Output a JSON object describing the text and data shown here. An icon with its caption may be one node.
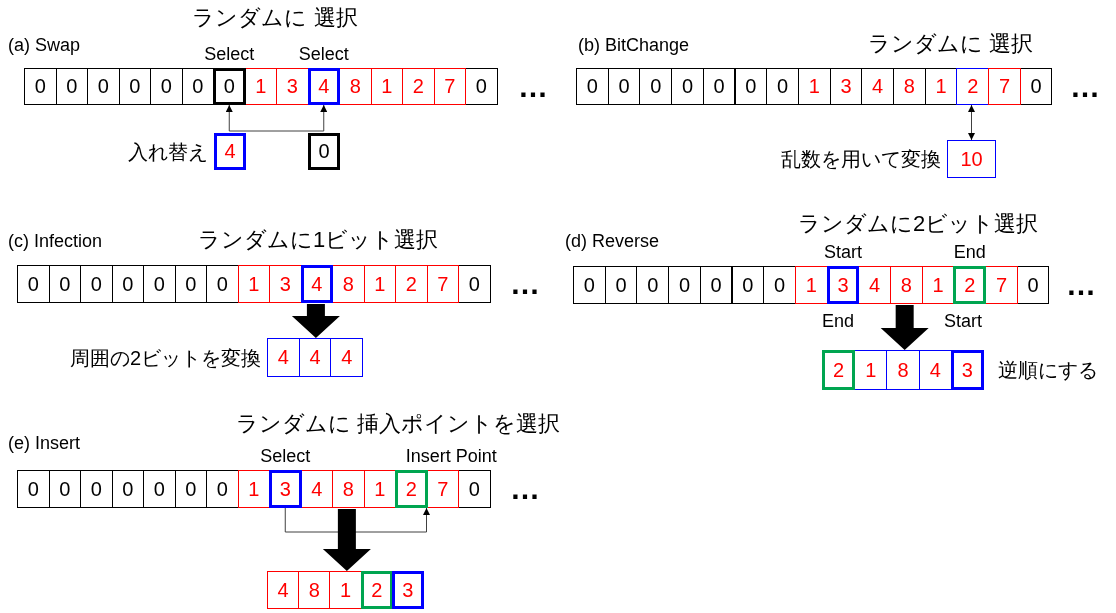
{
  "diagram": {
    "nodes": [
      {
        "text": [
          "0"
        ]
      },
      {
        "text": [
          "0"
        ]
      },
      {
        "text": [
          "0"
        ]
      },
      {
        "text": [
          "0"
        ]
      },
      {
        "text": [
          "0"
        ]
      },
      {
        "text": [
          "0"
        ]
      },
      {
        "text": [
          "0"
        ],
        "beside": [
          "Select"
        ]
      },
      {
        "text": [
          "1"
        ]
      },
      {
        "text": [
          "3"
        ]
      },
      {
        "text": [
          "4"
        ],
        "beside": [
          "Select"
        ]
      },
      {
        "text": [
          "8"
        ]
      },
      {
        "text": [
          "1"
        ]
      },
      {
        "text": [
          "2"
        ]
      },
      {
        "text": [
          "7"
        ]
      },
      {
        "text": [
          "0"
        ]
      },
      {
        "text": [
          "4"
        ],
        "beside": [
          "入れ替え"
        ]
      },
      {
        "text": [
          "0"
        ]
      },
      {
        "text": [
          "0"
        ]
      },
      {
        "text": [
          "0"
        ]
      },
      {
        "text": [
          "0"
        ]
      },
      {
        "text": [
          "0"
        ]
      },
      {
        "text": [
          "0"
        ]
      },
      {
        "text": [
          "0"
        ]
      },
      {
        "text": [
          "0"
        ]
      },
      {
        "text": [
          "1"
        ]
      },
      {
        "text": [
          "3"
        ]
      },
      {
        "text": [
          "4"
        ]
      },
      {
        "text": [
          "8"
        ]
      },
      {
        "text": [
          "1"
        ]
      },
      {
        "text": [
          "2"
        ]
      },
      {
        "text": [
          "7"
        ]
      },
      {
        "text": [
          "0"
        ]
      },
      {
        "text": [
          "10"
        ],
        "beside": [
          "乱数を用いて変換"
        ]
      },
      {
        "text": [
          "0"
        ]
      },
      {
        "text": [
          "0"
        ]
      },
      {
        "text": [
          "0"
        ]
      },
      {
        "text": [
          "0"
        ]
      },
      {
        "text": [
          "0"
        ]
      },
      {
        "text": [
          "0"
        ]
      },
      {
        "text": [
          "0"
        ]
      },
      {
        "text": [
          "1"
        ]
      },
      {
        "text": [
          "3"
        ]
      },
      {
        "text": [
          "4"
        ]
      },
      {
        "text": [
          "8"
        ]
      },
      {
        "text": [
          "1"
        ]
      },
      {
        "text": [
          "2"
        ]
      },
      {
        "text": [
          "7"
        ]
      },
      {
        "text": [
          "0"
        ]
      },
      {
        "text": [
          "4"
        ],
        "beside": [
          "周囲の2ビットを変換"
        ]
      },
      {
        "text": [
          "4"
        ]
      },
      {
        "text": [
          "4"
        ]
      },
      {
        "text": [
          "0"
        ]
      },
      {
        "text": [
          "0"
        ]
      },
      {
        "text": [
          "0"
        ]
      },
      {
        "text": [
          "0"
        ]
      },
      {
        "text": [
          "0"
        ]
      },
      {
        "text": [
          "0"
        ]
      },
      {
        "text": [
          "0"
        ]
      },
      {
        "text": [
          "1"
        ]
      },
      {
        "text": [
          "3"
        ],
        "beside": [
          "Start"
        ]
      },
      {
        "text": [
          "4"
        ]
      },
      {
        "text": [
          "8"
        ]
      },
      {
        "text": [
          "1"
        ]
      },
      {
        "text": [
          "2"
        ],
        "beside": [
          "End"
        ]
      },
      {
        "text": [
          "7"
        ]
      },
      {
        "text": [
          "0"
        ]
      },
      {
        "text": [
          "2"
        ]
      },
      {
        "text": [
          "1"
        ]
      },
      {
        "text": [
          "8"
        ]
      },
      {
        "text": [
          "4"
        ]
      },
      {
        "text": [
          "3"
        ],
        "beside": [
          "逆順にする"
        ]
      },
      {
        "text": [
          "0"
        ]
      },
      {
        "text": [
          "0"
        ]
      },
      {
        "text": [
          "0"
        ]
      },
      {
        "text": [
          "0"
        ]
      },
      {
        "text": [
          "0"
        ]
      },
      {
        "text": [
          "0"
        ]
      },
      {
        "text": [
          "0"
        ]
      },
      {
        "text": [
          "1"
        ]
      },
      {
        "text": [
          "3"
        ],
        "beside": [
          "Select"
        ]
      },
      {
        "text": [
          "4"
        ]
      },
      {
        "text": [
          "8"
        ]
      },
      {
        "text": [
          "1"
        ]
      },
      {
        "text": [
          "2"
        ],
        "beside": [
          "Insert Point"
        ]
      },
      {
        "text": [
          "7"
        ]
      },
      {
        "text": [
          "0"
        ]
      },
      {
        "text": [
          "4"
        ]
      },
      {
        "text": [
          "8"
        ]
      },
      {
        "text": [
          "1"
        ]
      },
      {
        "text": [
          "2"
        ]
      },
      {
        "text": [
          "3"
        ]
      }
    ],
    "edges": [
      {
        "from": 6,
        "to": 9,
        "arrow": "both"
      },
      {
        "from": 29,
        "to": 32,
        "arrow": "both"
      },
      {
        "from": 42,
        "to": 49,
        "arrow": "to",
        "style": "thick"
      },
      {
        "from": 61,
        "to": 68,
        "arrow": "to",
        "style": "thick"
      },
      {
        "from": 79,
        "to": 83,
        "arrow": "to"
      },
      {
        "from": 81,
        "to": 88,
        "arrow": "to",
        "style": "thick"
      }
    ],
    "labels": [
      "(a) Swap",
      "ランダムに 選択",
      "…",
      "(b) BitChange",
      "ランダムに 選択",
      "…",
      "(c) Infection",
      "ランダムに1ビット選択",
      "…",
      "(d) Reverse",
      "ランダムに2ビット選択",
      "…",
      "End",
      "Start",
      "(e) Insert",
      "ランダムに 挿入ポイントを選択",
      "…"
    ]
  }
}
